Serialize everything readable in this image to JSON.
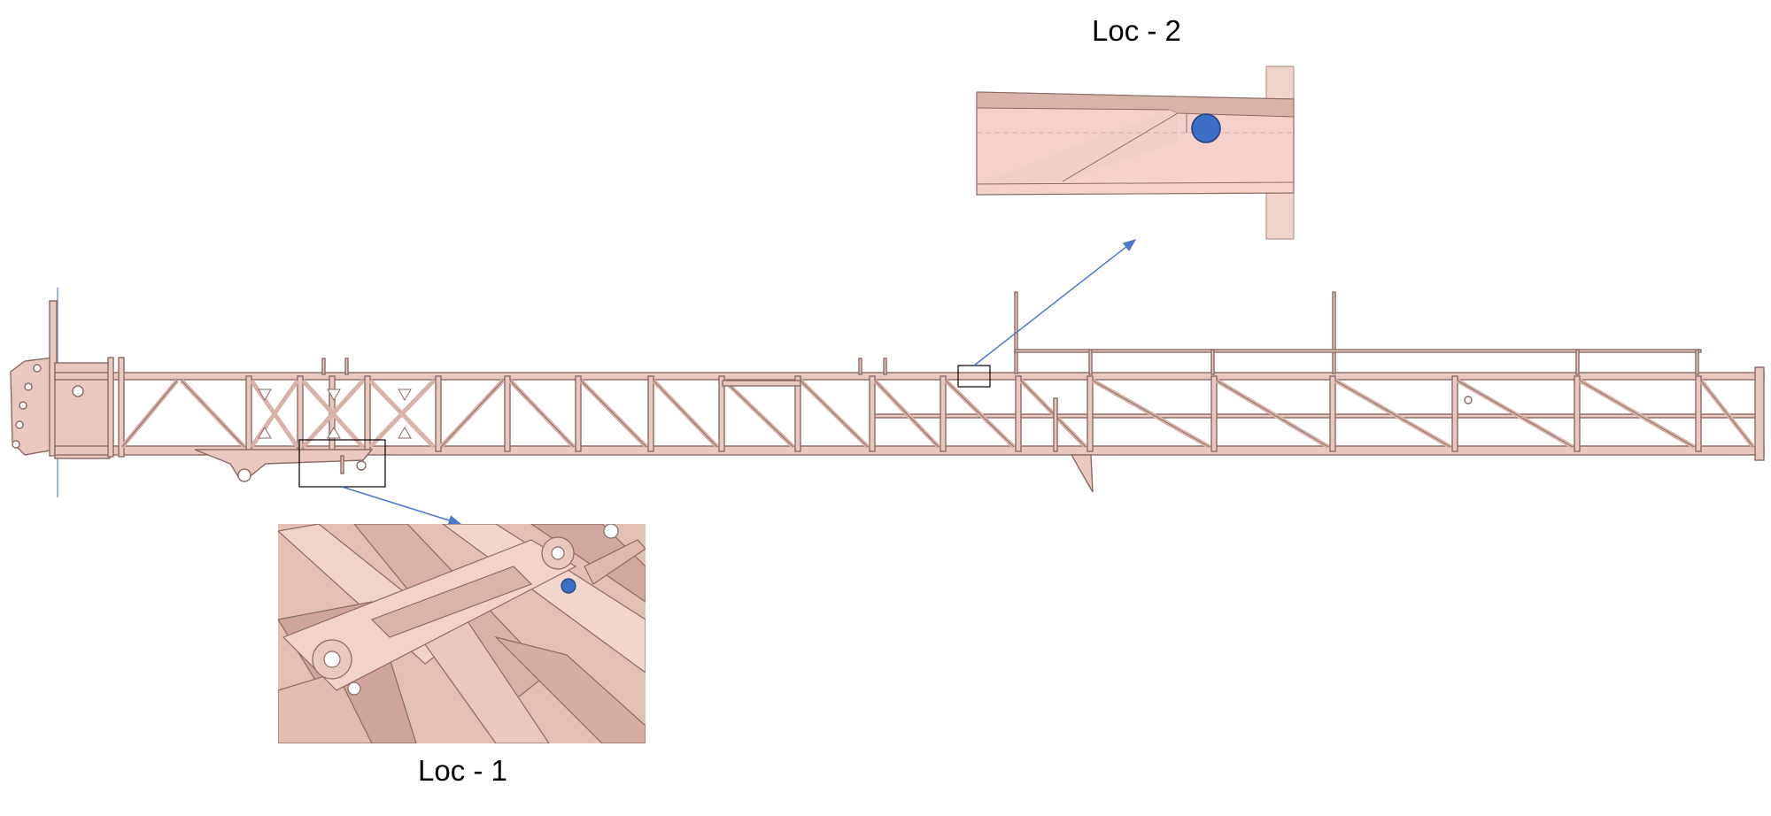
{
  "labels": {
    "loc1": "Loc - 1",
    "loc2": "Loc - 2"
  },
  "colors": {
    "structure_fill": "#e8c8bf",
    "structure_line": "#8a6a62",
    "marker": "#3d6fc6",
    "callout_arrow": "#4a78c8",
    "callout_box": "#000000"
  },
  "icons": {
    "marker": "blue-circle-marker"
  }
}
